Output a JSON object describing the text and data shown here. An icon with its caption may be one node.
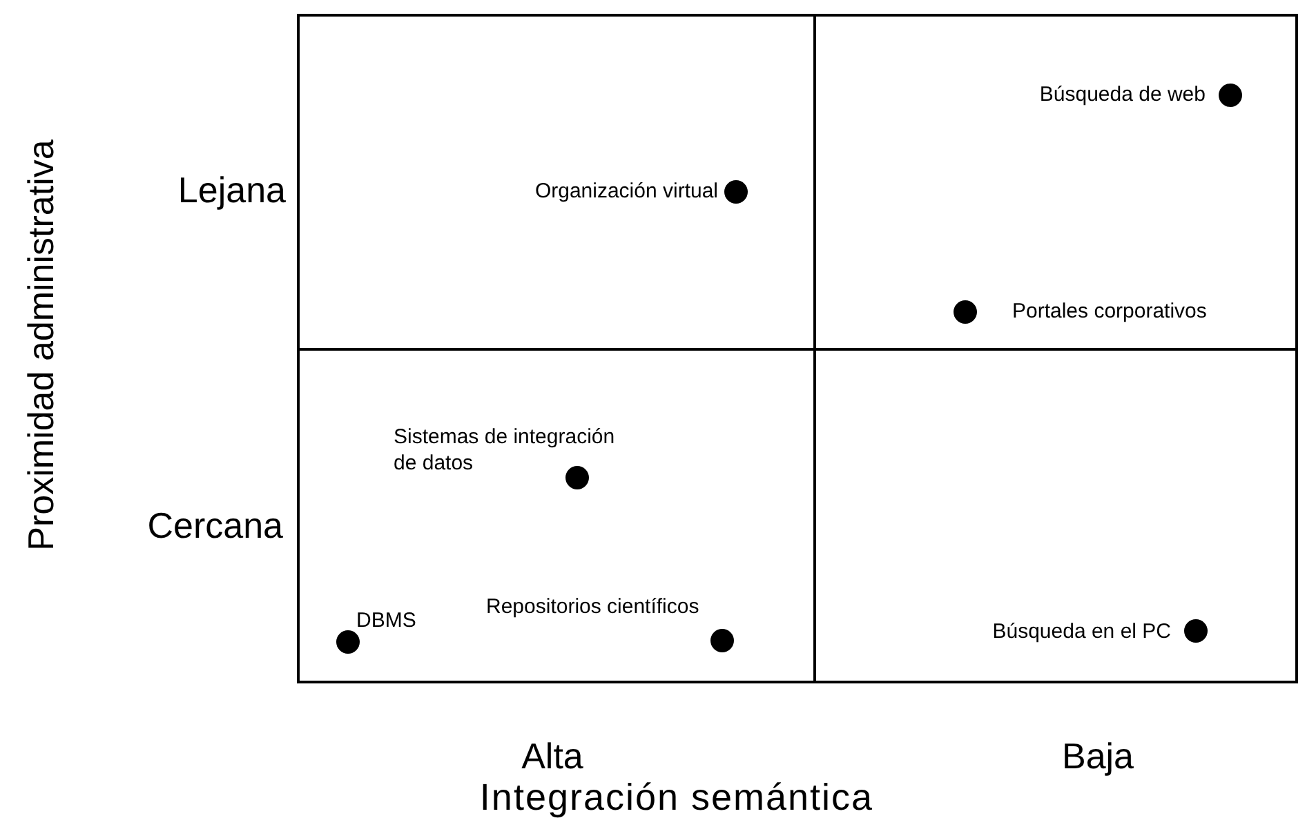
{
  "diagram": {
    "nodes": [
      {
        "text": [],
        "shape": "circle",
        "beside": [
          "Organización virtual"
        ]
      },
      {
        "text": [],
        "shape": "circle",
        "beside": [
          "Búsqueda de web"
        ]
      },
      {
        "text": [],
        "shape": "circle",
        "beside": [
          "Portales corporativos"
        ]
      },
      {
        "text": [],
        "shape": "circle",
        "beside": [
          "Sistemas de integración de datos"
        ]
      },
      {
        "text": [],
        "shape": "circle",
        "beside": [
          "DBMS"
        ]
      },
      {
        "text": [],
        "shape": "circle",
        "beside": [
          "Repositorios científicos"
        ]
      },
      {
        "text": [],
        "shape": "circle",
        "beside": [
          "Búsqueda en el PC"
        ]
      }
    ],
    "labels": [
      "Proximidad administrativa",
      "Lejana",
      "Cercana",
      "Alta",
      "Baja",
      "Integración semántica"
    ]
  }
}
